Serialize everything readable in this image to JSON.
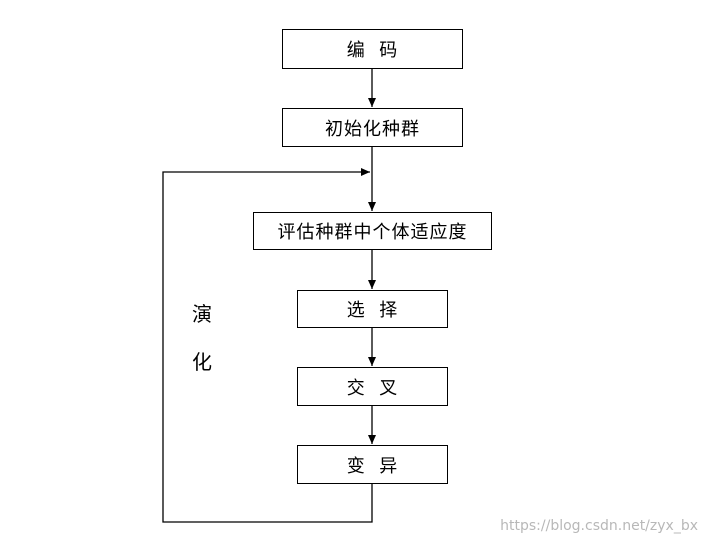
{
  "diagram": {
    "nodes": {
      "encode": "编  码",
      "init_population": "初始化种群",
      "evaluate_fitness": "评估种群中个体适应度",
      "select": "选  择",
      "crossover": "交  叉",
      "mutate": "变  异"
    },
    "loop_label": [
      "演",
      "化"
    ],
    "colors": {
      "line": "#000000",
      "box_border": "#000000",
      "text": "#000000",
      "watermark": "#b8b8b8"
    }
  },
  "watermark": "https://blog.csdn.net/zyx_bx"
}
